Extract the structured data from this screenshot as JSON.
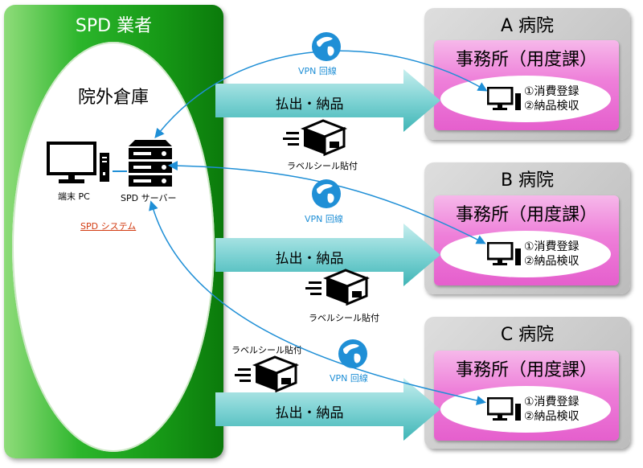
{
  "vendor": {
    "title": "SPD 業者",
    "warehouse_title": "院外倉庫",
    "terminal_label": "端末 PC",
    "server_label": "SPD サーバー",
    "system_link": "SPD システム"
  },
  "hospitals": [
    {
      "title": "A 病院",
      "office": "事務所（用度課）",
      "task1": "①消費登録",
      "task2": "②納品検収"
    },
    {
      "title": "B 病院",
      "office": "事務所（用度課）",
      "task1": "①消費登録",
      "task2": "②納品検収"
    },
    {
      "title": "C 病院",
      "office": "事務所（用度課）",
      "task1": "①消費登録",
      "task2": "②納品検収"
    }
  ],
  "flows": {
    "delivery_label": "払出・納品",
    "label_sticker": "ラベルシール貼付",
    "vpn_label": "VPN 回線"
  },
  "colors": {
    "vendor_green": "#1aa01a",
    "office_pink": "#ee7fd9",
    "hospital_gray": "#c9c9c9",
    "arrow_teal": "#4fc3c4",
    "vpn_blue": "#1f8fd6"
  }
}
